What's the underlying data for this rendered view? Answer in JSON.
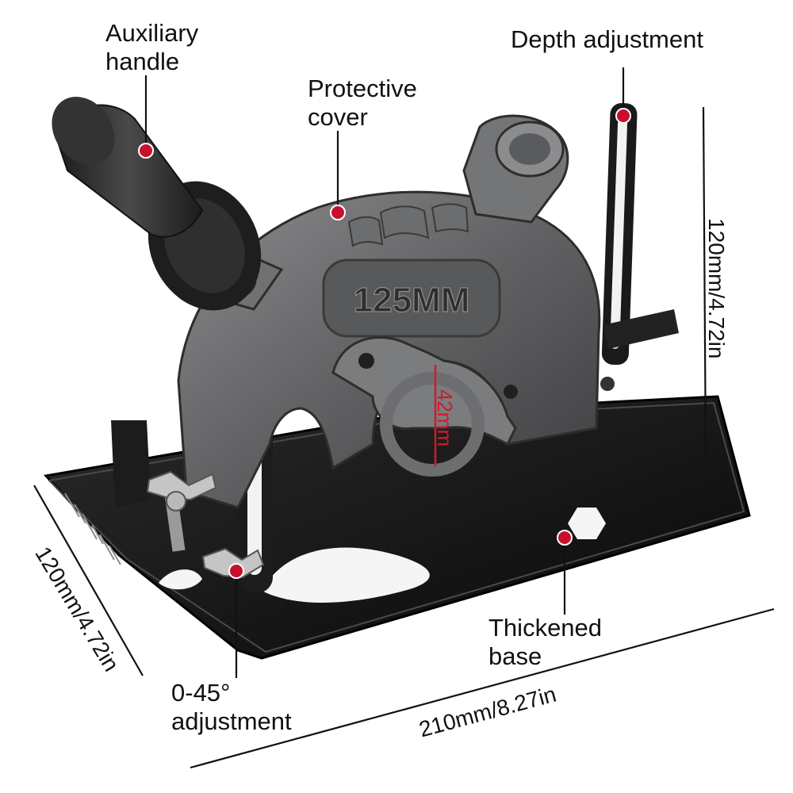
{
  "labels": {
    "auxiliary_handle": [
      "Auxiliary",
      "handle"
    ],
    "protective_cover": [
      "Protective",
      "cover"
    ],
    "depth_adjustment": "Depth adjustment",
    "thickened_base": [
      "Thickened",
      "base"
    ],
    "angle_adjustment": [
      "0-45°",
      "adjustment"
    ]
  },
  "dimensions": {
    "height_right": "120mm/4.72in",
    "depth_left": "120mm/4.72in",
    "width_bottom": "210mm/8.27in",
    "bore": "42mm"
  },
  "guard_marking": "125MM",
  "colors": {
    "marker": "#c8102e",
    "base": "#141414",
    "guard": "#5f6062",
    "handle": "#2a2a2a",
    "bore_line": "#d11a2a"
  }
}
